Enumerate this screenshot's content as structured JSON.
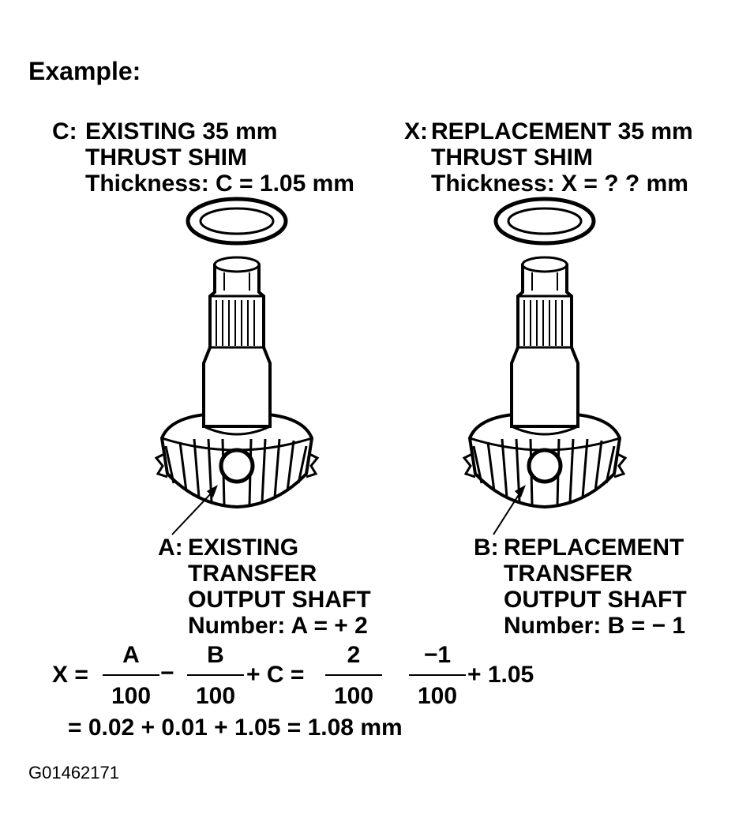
{
  "heading": "Example:",
  "existing_shim": {
    "letter": "C:",
    "line1": "EXISTING 35 mm",
    "line2": "THRUST SHIM",
    "line3": "Thickness: C = 1.05 mm"
  },
  "replacement_shim": {
    "letter": "X:",
    "line1": "REPLACEMENT 35 mm",
    "line2": "THRUST SHIM",
    "line3": "Thickness: X =  ?  ?  mm"
  },
  "existing_shaft": {
    "letter": "A:",
    "line1": "EXISTING",
    "line2": "TRANSFER",
    "line3": "OUTPUT SHAFT",
    "line4": "Number: A = + 2"
  },
  "replacement_shaft": {
    "letter": "B:",
    "line1": "REPLACEMENT",
    "line2": "TRANSFER",
    "line3": "OUTPUT SHAFT",
    "line4": "Number: B = − 1"
  },
  "formula": {
    "lhs": "X =",
    "f1_num": "A",
    "f1_den": "100",
    "op1": "−",
    "f2_num": "B",
    "f2_den": "100",
    "op2": "+ C =",
    "f3_num": "2",
    "f3_den": "100",
    "f4_num": "−1",
    "f4_den": "100",
    "op3": "+ 1.05",
    "result": "= 0.02 + 0.01 + 1.05 = 1.08 mm"
  },
  "figure_id": "G01462171"
}
